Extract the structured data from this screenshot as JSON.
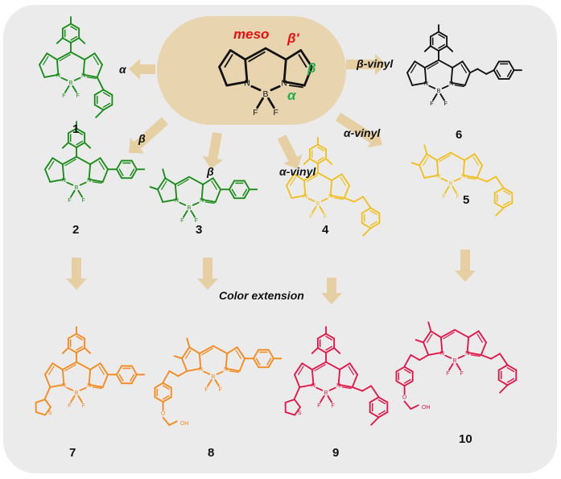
{
  "colors": {
    "background": "#ebebeb",
    "blob": "#e8d4ae",
    "arrow": "#e6cfa3",
    "green": "#1a8c1a",
    "yellow": "#f0c020",
    "orange": "#f58a1f",
    "crimson": "#e0184a",
    "black": "#111111",
    "red": "#e81010",
    "label_green": "#22b04b"
  },
  "core": {
    "position_labels": {
      "meso": "meso",
      "beta_prime": "β'",
      "beta": "β",
      "alpha": "α"
    },
    "atoms": {
      "N": "N",
      "B": "B",
      "F": "F"
    }
  },
  "arrows": [
    {
      "label": "α"
    },
    {
      "label": "β"
    },
    {
      "label": "β"
    },
    {
      "label": "α-vinyl"
    },
    {
      "label": "α-vinyl"
    },
    {
      "label": "β-vinyl"
    },
    {
      "label": ""
    },
    {
      "label": ""
    },
    {
      "label": ""
    },
    {
      "label": ""
    }
  ],
  "color_extension_label": "Color extension",
  "compounds": [
    {
      "number": "1",
      "color": "green"
    },
    {
      "number": "2",
      "color": "green"
    },
    {
      "number": "3",
      "color": "green"
    },
    {
      "number": "4",
      "color": "yellow"
    },
    {
      "number": "5",
      "color": "yellow"
    },
    {
      "number": "6",
      "color": "black"
    },
    {
      "number": "7",
      "color": "orange"
    },
    {
      "number": "8",
      "color": "orange"
    },
    {
      "number": "9",
      "color": "crimson"
    },
    {
      "number": "10",
      "color": "crimson"
    }
  ],
  "substituent_labels": {
    "S": "S",
    "OH": "OH",
    "O": "O"
  }
}
